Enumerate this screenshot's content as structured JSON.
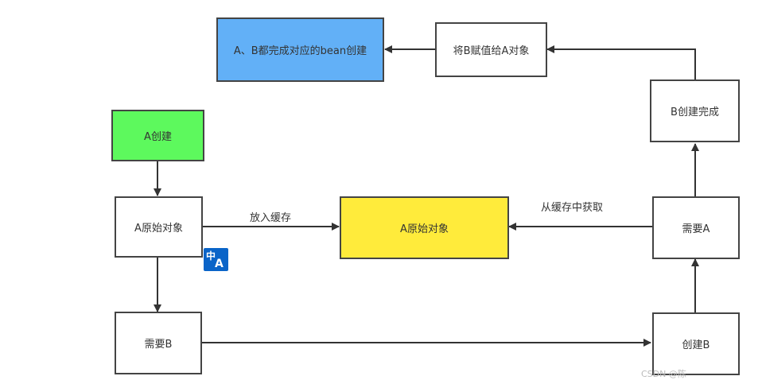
{
  "nodes": {
    "both_done": "A、B都完成对应的bean创建",
    "assign": "将B赋值给A对象",
    "b_done": "B创建完成",
    "a_create": "A创建",
    "a_raw_left": "A原始对象",
    "a_raw_cache": "A原始对象",
    "need_a": "需要A",
    "need_b": "需要B",
    "create_b": "创建B"
  },
  "edges": {
    "put_cache": "放入缓存",
    "get_cache": "从缓存中获取"
  },
  "badge": {
    "text_top": "中",
    "text_bottom": "A"
  },
  "watermark": "CSDN @陈"
}
